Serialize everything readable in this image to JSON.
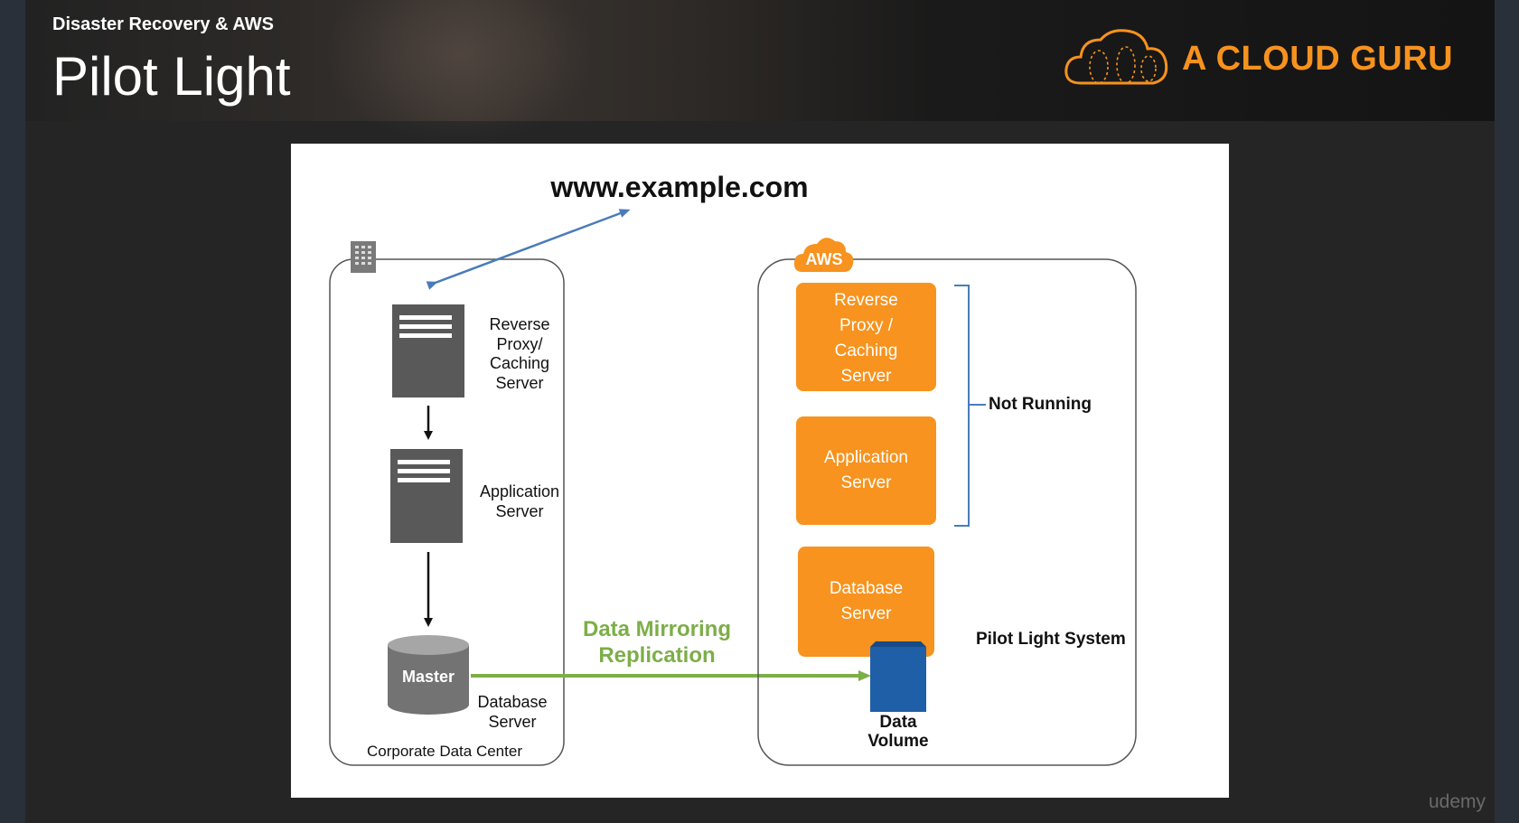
{
  "header": {
    "course_title": "Disaster Recovery & AWS",
    "slide_title": "Pilot Light",
    "logo_text": "A CLOUD GURU"
  },
  "diagram": {
    "url": "www.example.com",
    "corporate": {
      "label": "Corporate Data Center",
      "proxy_lines": [
        "Reverse",
        "Proxy/",
        "Caching",
        "Server"
      ],
      "app_lines": [
        "Application",
        "Server"
      ],
      "db_lines": [
        "Database",
        "Server"
      ],
      "master_label": "Master"
    },
    "replication_lines": [
      "Data Mirroring",
      "Replication"
    ],
    "aws": {
      "badge": "AWS",
      "proxy_lines": [
        "Reverse",
        "Proxy /",
        "Caching",
        "Server"
      ],
      "app_lines": [
        "Application",
        "Server"
      ],
      "db_lines": [
        "Database",
        "Server"
      ],
      "not_running": "Not Running",
      "pilot_light": "Pilot Light System",
      "volume_lines": [
        "Data",
        "Volume"
      ]
    }
  },
  "watermark": "udemy",
  "colors": {
    "brand_orange": "#f7921e",
    "aws_orange": "#f7931e",
    "server_gray": "#595959",
    "replication_green": "#7dae48",
    "arrow_blue": "#4a7cba",
    "volume_blue": "#1f5fa8"
  }
}
